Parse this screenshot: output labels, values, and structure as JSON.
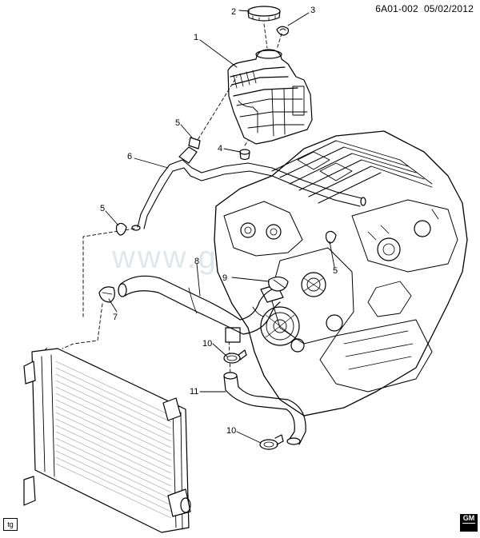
{
  "header": {
    "doc_id": "6A01-002",
    "date": "05/02/2012"
  },
  "footer": {
    "tag": "tg",
    "logo_text": "GM"
  },
  "watermark": {
    "text": "www.gmsp...u"
  },
  "callouts": [
    {
      "id": "1",
      "part": "coolant-reservoir"
    },
    {
      "id": "2",
      "part": "reservoir-cap"
    },
    {
      "id": "3",
      "part": "clip"
    },
    {
      "id": "4",
      "part": "grommet"
    },
    {
      "id": "5",
      "part": "hose-clamp"
    },
    {
      "id": "5",
      "part": "hose-clamp"
    },
    {
      "id": "5",
      "part": "hose-clamp"
    },
    {
      "id": "6",
      "part": "surge-tank-hose"
    },
    {
      "id": "7",
      "part": "hose-clamp"
    },
    {
      "id": "8",
      "part": "radiator-inlet-hose"
    },
    {
      "id": "9",
      "part": "hose-clamp"
    },
    {
      "id": "10",
      "part": "hose-clamp"
    },
    {
      "id": "10",
      "part": "hose-clamp"
    },
    {
      "id": "11",
      "part": "radiator-outlet-hose"
    }
  ]
}
